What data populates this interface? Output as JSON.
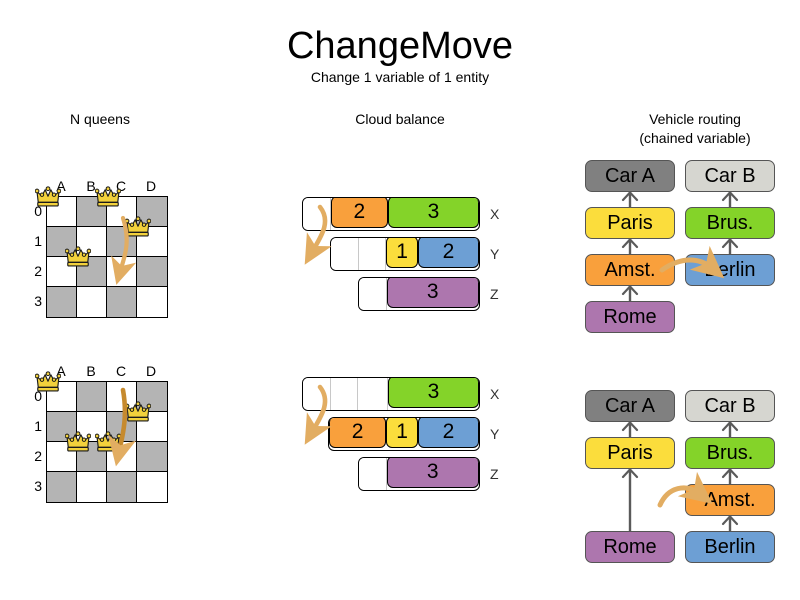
{
  "header": {
    "title": "ChangeMove",
    "subtitle": "Change 1 variable of 1 entity"
  },
  "sections": {
    "nqueens": {
      "title": "N queens"
    },
    "cloud": {
      "title": "Cloud balance"
    },
    "vrp": {
      "title_line1": "Vehicle routing",
      "title_line2": "(chained variable)"
    }
  },
  "nqueens": {
    "columns": [
      "A",
      "B",
      "C",
      "D"
    ],
    "rows": [
      "0",
      "1",
      "2",
      "3"
    ],
    "before": {
      "queens": [
        {
          "col": 0,
          "row": 0
        },
        {
          "col": 2,
          "row": 0
        },
        {
          "col": 3,
          "row": 1
        },
        {
          "col": 1,
          "row": 2
        }
      ]
    },
    "after": {
      "queens": [
        {
          "col": 0,
          "row": 0
        },
        {
          "col": 3,
          "row": 1
        },
        {
          "col": 1,
          "row": 2
        },
        {
          "col": 2,
          "row": 2
        }
      ]
    }
  },
  "cloud": {
    "before": [
      {
        "name": "X",
        "segments": [
          {
            "value": "",
            "color": "#ffffff",
            "width": 28,
            "filled": false
          },
          {
            "value": "2",
            "color": "#f9a03c",
            "width": 58,
            "filled": true
          },
          {
            "value": "3",
            "color": "#84d329",
            "width": 92,
            "filled": true
          }
        ]
      },
      {
        "name": "Y",
        "segments": [
          {
            "value": "",
            "color": "#ffffff",
            "width": 28,
            "filled": false
          },
          {
            "value": "",
            "color": "#ffffff",
            "width": 28,
            "filled": false
          },
          {
            "value": "1",
            "color": "#fbdd3c",
            "width": 32,
            "filled": true
          },
          {
            "value": "2",
            "color": "#6d9fd4",
            "width": 62,
            "filled": true
          }
        ]
      },
      {
        "name": "Z",
        "segments": [
          {
            "value": "",
            "color": "#ffffff",
            "width": 28,
            "filled": false
          },
          {
            "value": "3",
            "color": "#ad76ae",
            "width": 94,
            "filled": true
          }
        ]
      }
    ],
    "after": [
      {
        "name": "X",
        "segments": [
          {
            "value": "",
            "color": "#ffffff",
            "width": 28,
            "filled": false
          },
          {
            "value": "",
            "color": "#ffffff",
            "width": 28,
            "filled": false
          },
          {
            "value": "",
            "color": "#ffffff",
            "width": 30,
            "filled": false
          },
          {
            "value": "3",
            "color": "#84d329",
            "width": 92,
            "filled": true
          }
        ]
      },
      {
        "name": "Y",
        "segments": [
          {
            "value": "2",
            "color": "#f9a03c",
            "width": 58,
            "filled": true
          },
          {
            "value": "1",
            "color": "#fbdd3c",
            "width": 32,
            "filled": true
          },
          {
            "value": "2",
            "color": "#6d9fd4",
            "width": 62,
            "filled": true
          }
        ]
      },
      {
        "name": "Z",
        "segments": [
          {
            "value": "",
            "color": "#ffffff",
            "width": 28,
            "filled": false
          },
          {
            "value": "3",
            "color": "#ad76ae",
            "width": 94,
            "filled": true
          }
        ]
      }
    ]
  },
  "vrp": {
    "before": {
      "chain_a": [
        "Car A",
        "Paris",
        "Amst.",
        "Rome"
      ],
      "chain_b": [
        "Car B",
        "Brus.",
        "Berlin"
      ]
    },
    "after": {
      "chain_a": [
        "Car A",
        "Paris",
        "Rome"
      ],
      "chain_b": [
        "Car B",
        "Brus.",
        "Amst.",
        "Berlin"
      ]
    },
    "node_colors": {
      "Car A": "#808080",
      "Car B": "#d6d6d0",
      "Paris": "#fbdd3c",
      "Brus.": "#84d329",
      "Amst.": "#f9a03c",
      "Rome": "#ad76ae",
      "Berlin": "#6d9fd4"
    }
  },
  "colors": {
    "arrow": "#e2ad62",
    "board_dark": "#b4b4b4",
    "board_light": "#ffffff",
    "queen": "#f2d13c"
  }
}
